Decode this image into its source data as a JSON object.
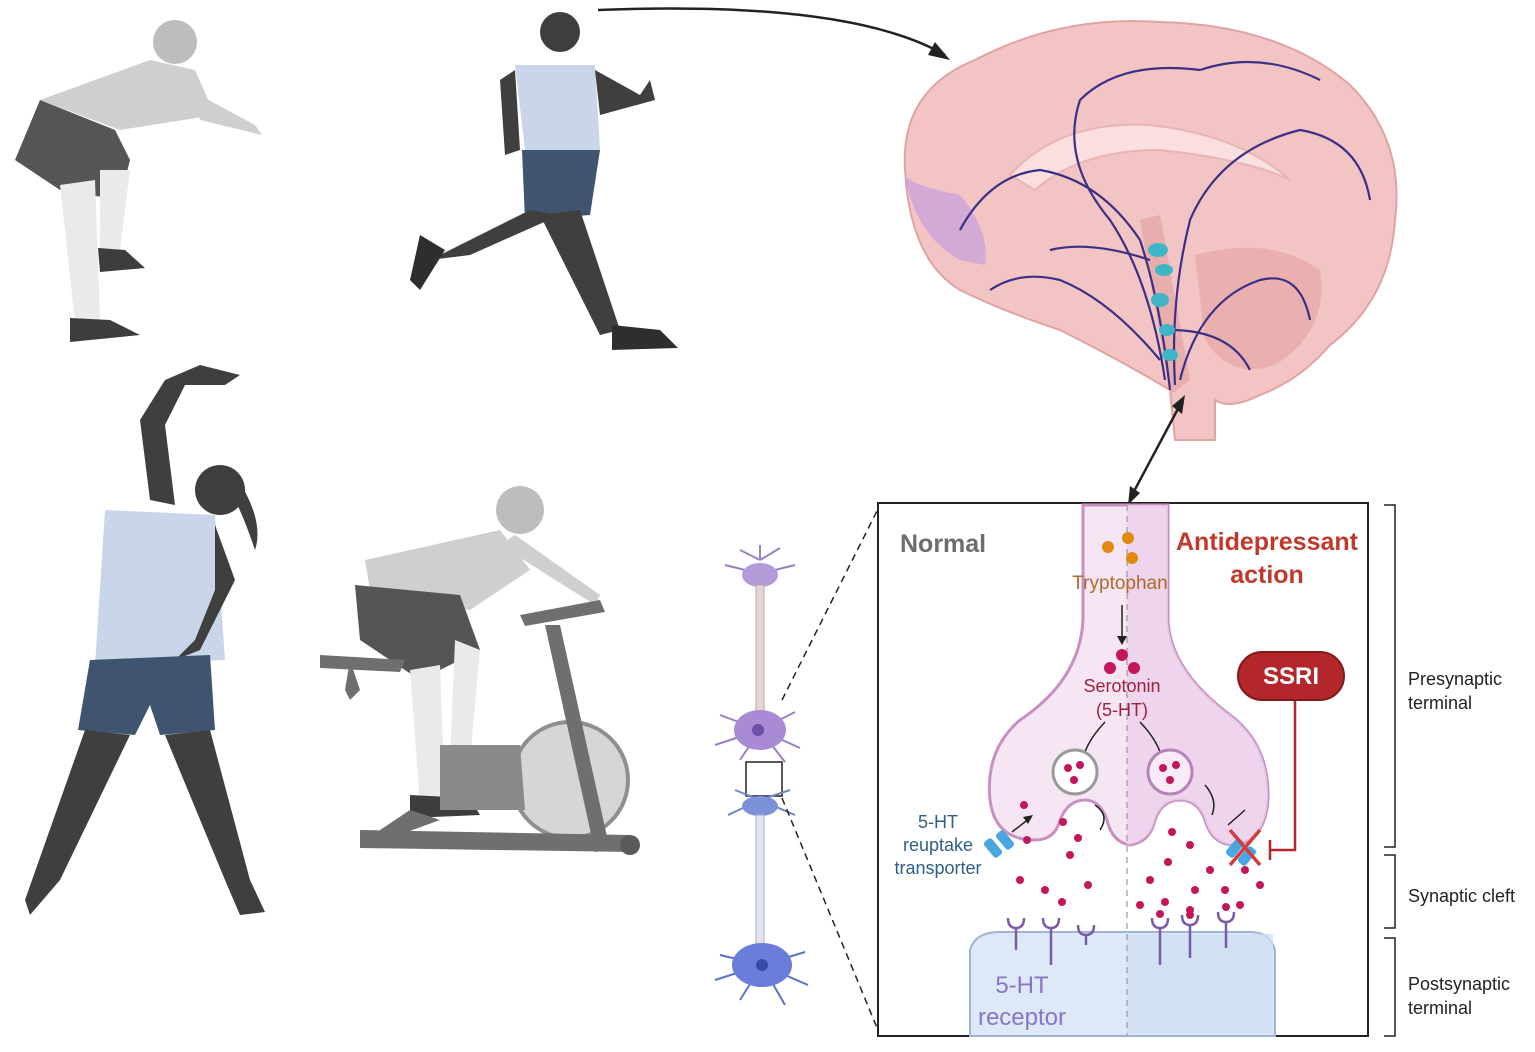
{
  "panel": {
    "normal_heading": "Normal",
    "antidepressant_heading_line1": "Antidepressant",
    "antidepressant_heading_line2": "action",
    "tryptophan": "Tryptophan",
    "serotonin_line1": "Serotonin",
    "serotonin_line2": "(5-HT)",
    "ssri": "SSRI",
    "transporter_line1": "5-HT",
    "transporter_line2": "reuptake",
    "transporter_line3": "transporter",
    "receptor_line1": "5-HT",
    "receptor_line2": "receptor"
  },
  "regions": {
    "presynaptic_line1": "Presynaptic",
    "presynaptic_line2": "terminal",
    "cleft": "Synaptic cleft",
    "postsynaptic_line1": "Postsynaptic",
    "postsynaptic_line2": "terminal"
  },
  "colors": {
    "normal_heading": "#6d6d6d",
    "antidepressant_heading": "#c0392b",
    "tryptophan_label": "#b06a2a",
    "serotonin_label": "#a01f3c",
    "serotonin_dot": "#c2185b",
    "tryptophan_dot": "#e08a10",
    "ssri_fill": "#b3262c",
    "transporter_label": "#2e5e8a",
    "receptor_label": "#8a74c8",
    "brain_fill": "#f3c4c4",
    "neural_path": "#3b2f86",
    "presynaptic_fill": "#f6e6f4",
    "postsynaptic_fill": "#dde9f6",
    "athlete_dark": "#4a4a4a",
    "athlete_light": "#c7c7c7",
    "shirt_blue": "#c9d6ea",
    "shorts_navy": "#3f556f"
  }
}
